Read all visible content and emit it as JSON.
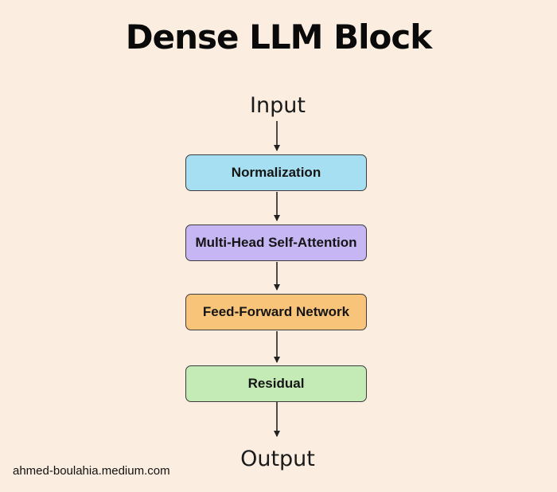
{
  "title": "Dense LLM Block",
  "input_label": "Input",
  "output_label": "Output",
  "nodes": [
    {
      "label": "Normalization",
      "color": "#a6dff2"
    },
    {
      "label": "Multi-Head Self-Attention",
      "color": "#c7b6f4"
    },
    {
      "label": "Feed-Forward Network",
      "color": "#f7c47a"
    },
    {
      "label": "Residual",
      "color": "#c4ebb6"
    }
  ],
  "credit": "ahmed-boulahia.medium.com"
}
